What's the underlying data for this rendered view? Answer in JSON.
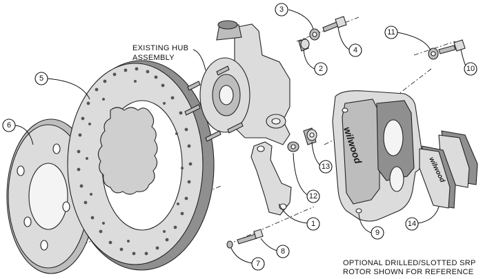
{
  "labels": {
    "hub_line1": "EXISTING HUB",
    "hub_line2": "ASSEMBLY",
    "note_line1": "OPTIONAL DRILLED/SLOTTED SRP",
    "note_line2": "ROTOR SHOWN FOR REFERENCE"
  },
  "brand": "wilwood",
  "callouts": [
    "1",
    "2",
    "3",
    "4",
    "5",
    "6",
    "7",
    "8",
    "9",
    "10",
    "11",
    "12",
    "13",
    "14"
  ]
}
